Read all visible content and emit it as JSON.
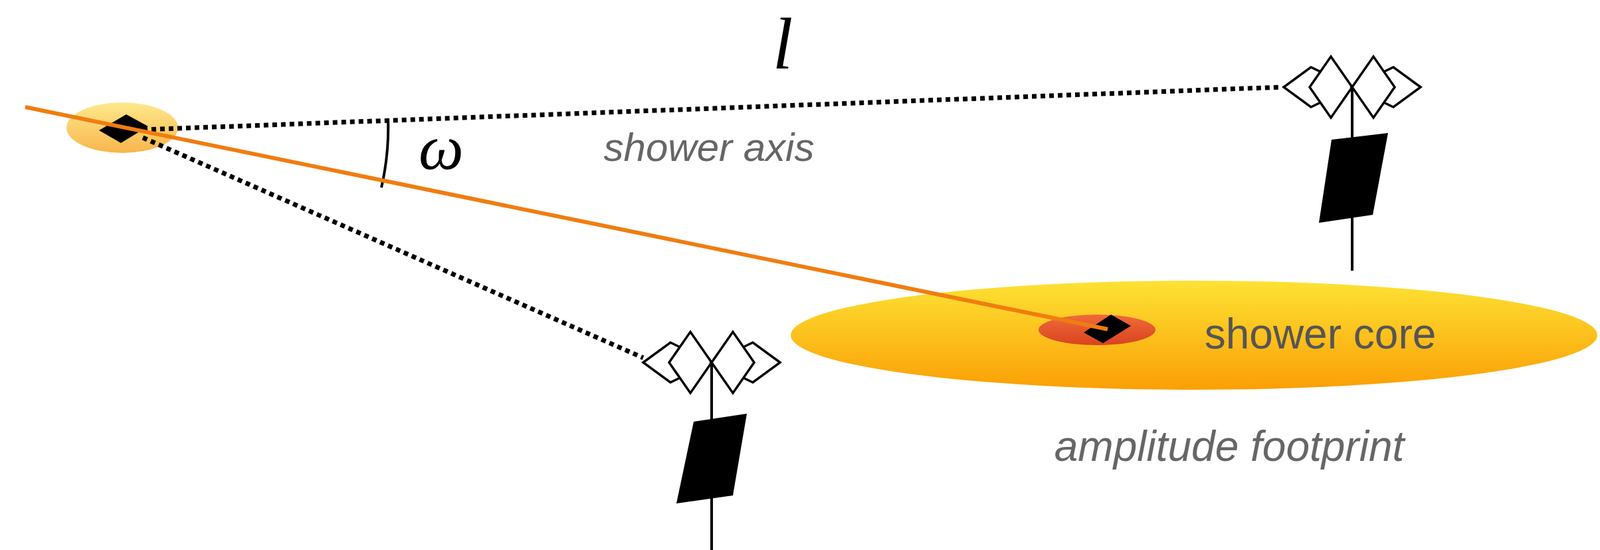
{
  "diagram": {
    "nodes": [
      {
        "text": [
          "shower core",
          "amplitude footprint"
        ]
      }
    ],
    "edges": [],
    "labels": [
      "l",
      "ω",
      "shower axis"
    ]
  }
}
